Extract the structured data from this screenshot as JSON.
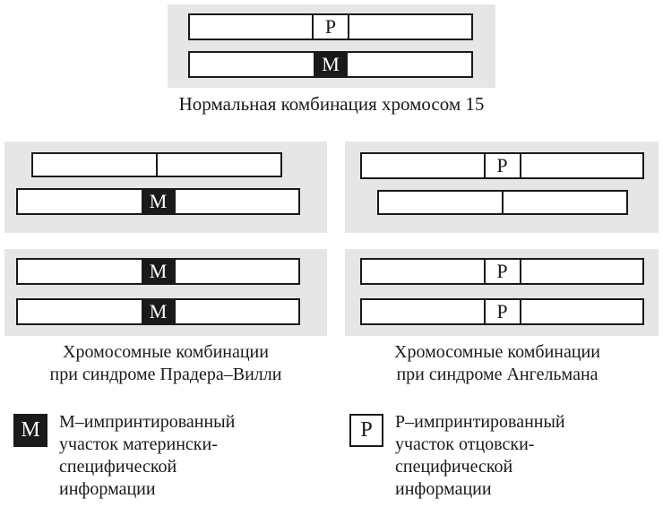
{
  "letters": {
    "maternal": "М",
    "paternal": "Р"
  },
  "captions": {
    "normal": "Нормальная комбинация хромосом 15",
    "prader_willi": "Хромосомные комбинации\nпри синдроме Прадера–Вилли",
    "angelman": "Хромосомные комбинации\nпри синдроме Ангельмана"
  },
  "legend": {
    "maternal": {
      "symbol": "М",
      "text": "М–импринтированный\nучасток матерински-\nспецифической\nинформации"
    },
    "paternal": {
      "symbol": "Р",
      "text": "Р–импринтированный\nучасток отцовски-\nспецифической\nинформации"
    }
  },
  "colors": {
    "ink": "#1a1a1a",
    "panel_background": "#e6e6e6",
    "maternal_box_fill": "#1a1a1a",
    "maternal_box_letter": "#ffffff",
    "paternal_box_fill": "#ffffff",
    "paternal_box_letter": "#1a1a1a"
  }
}
